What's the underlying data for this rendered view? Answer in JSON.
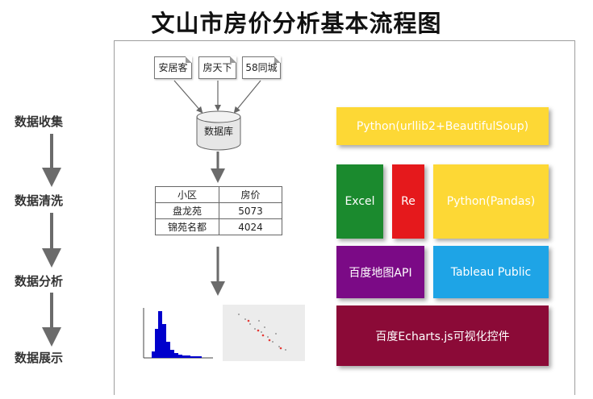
{
  "title": "文山市房价分析基本流程图",
  "stages": [
    "数据收集",
    "数据清洗",
    "数据分析",
    "数据展示"
  ],
  "sources": [
    "安居客",
    "房天下",
    "58同城"
  ],
  "database_label": "数据库",
  "table": {
    "header": [
      "小区",
      "房价"
    ],
    "rows": [
      [
        "盘龙苑",
        "5073"
      ],
      [
        "锦苑名都",
        "4024"
      ]
    ]
  },
  "tools": {
    "python_urllib": "Python(urllib2+BeautifulSoup)",
    "excel": "Excel",
    "re": "Re",
    "python_pandas": "Python(Pandas)",
    "baidu_map": "百度地图API",
    "tableau": "Tableau Public",
    "echarts": "百度Echarts.js可视化控件"
  },
  "colors": {
    "yellow": "#fdd835",
    "green": "#1b8a2e",
    "red": "#e5191c",
    "purple": "#7b0a86",
    "blue": "#1ea4e6",
    "maroon": "#8b0a37",
    "histogram_bar": "#0000cc"
  }
}
